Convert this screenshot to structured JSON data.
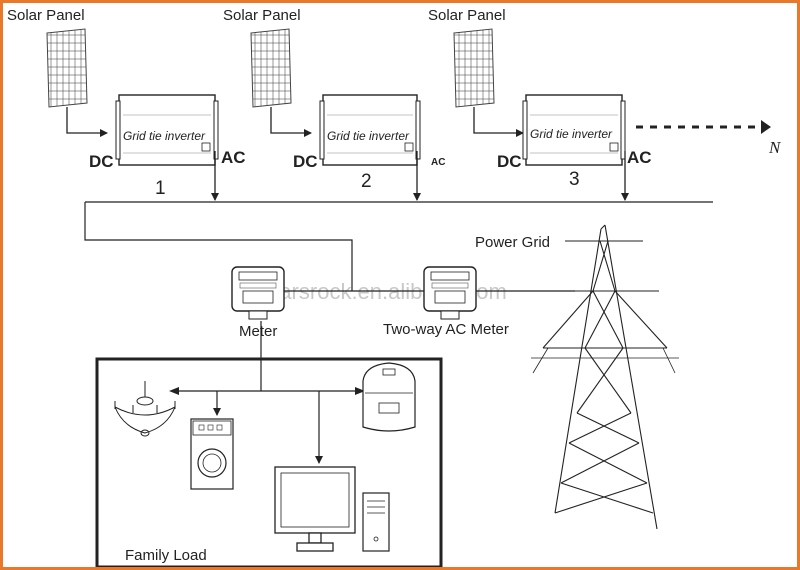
{
  "solar_panels": [
    {
      "label": "Solar Panel"
    },
    {
      "label": "Solar Panel"
    },
    {
      "label": "Solar Panel"
    }
  ],
  "inverters": [
    {
      "label": "Grid tie inverter",
      "dc": "DC",
      "ac": "AC",
      "number": "1"
    },
    {
      "label": "Grid tie inverter",
      "dc": "DC",
      "ac": "AC",
      "number": "2"
    },
    {
      "label": "Grid tie inverter",
      "dc": "DC",
      "ac": "AC",
      "number": "3"
    }
  ],
  "continuation_label": "N",
  "power_grid_label": "Power  Grid",
  "meter_label": "Meter",
  "two_way_meter_label": "Two-way AC Meter",
  "family_load_label": "Family Load",
  "watermark": "marsrock.en.alibaba.com",
  "colors": {
    "frame": "#e8782a",
    "line": "#222222"
  }
}
